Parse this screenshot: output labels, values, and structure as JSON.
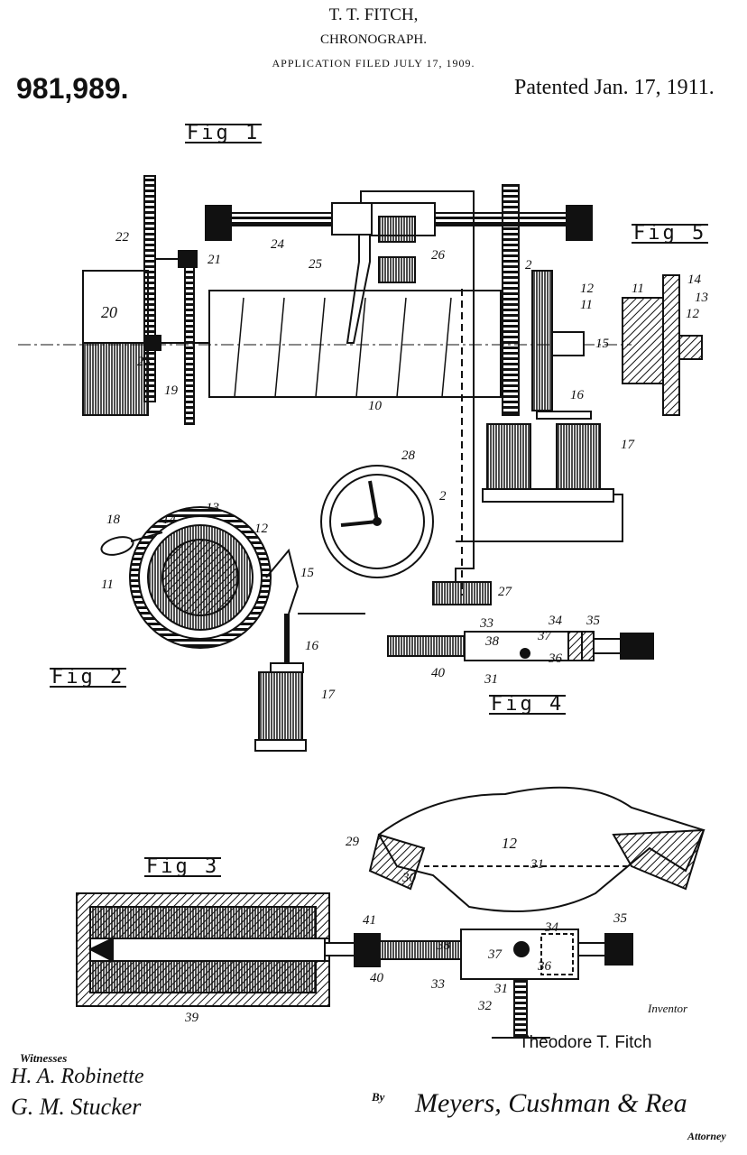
{
  "header": {
    "inventor_name": "T. T. FITCH,",
    "title": "CHRONOGRAPH.",
    "application": "APPLICATION FILED JULY 17, 1909.",
    "patent_number": "981,989.",
    "patented": "Patented Jan. 17, 1911."
  },
  "figures": {
    "fig1": "Fig 1",
    "fig2": "Fig 2",
    "fig3": "Fig 3",
    "fig4": "Fig 4",
    "fig5": "Fig 5"
  },
  "fig1_labels": [
    "22",
    "24",
    "21",
    "25",
    "26",
    "2",
    "12",
    "11",
    "20",
    "23",
    "15",
    "19",
    "10",
    "16",
    "17",
    "28",
    "2",
    "27"
  ],
  "fig5_labels": [
    "11",
    "14",
    "13",
    "12"
  ],
  "fig2_labels": [
    "18",
    "14",
    "13",
    "12",
    "11",
    "15",
    "16",
    "17"
  ],
  "fig4_labels": [
    "33",
    "34",
    "35",
    "37",
    "38",
    "40",
    "31",
    "36"
  ],
  "fig3_labels": [
    "29",
    "12",
    "30",
    "31",
    "34",
    "35",
    "38",
    "41",
    "37",
    "36",
    "40",
    "33",
    "31",
    "39",
    "32"
  ],
  "footer": {
    "inventor_caption": "Inventor",
    "inventor_signature": "Theodore T. Fitch",
    "witnesses_caption": "Witnesses",
    "witness1": "H. A. Robinette",
    "witness2": "G. M. Stucker",
    "by": "By",
    "attorney_signature": "Meyers, Cushman & Rea",
    "attorney_caption": "Attorney"
  }
}
